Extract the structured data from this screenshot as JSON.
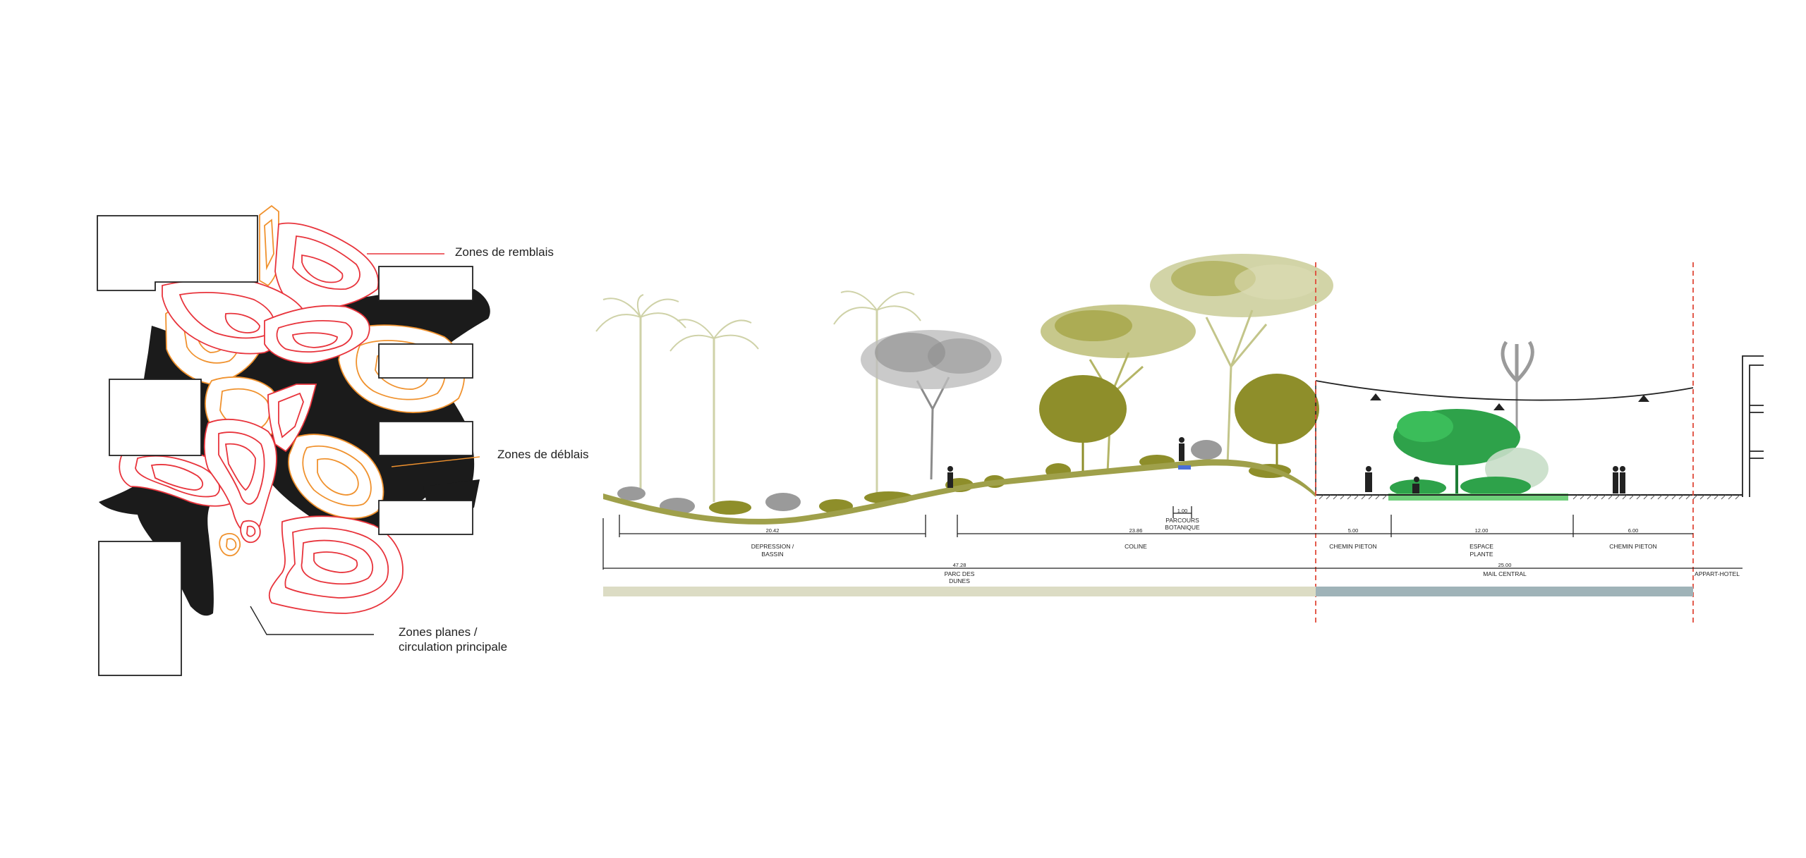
{
  "plan": {
    "label_remblais": "Zones de remblais",
    "label_deblais": "Zones de déblais",
    "label_planes_1": "Zones planes /",
    "label_planes_2": "circulation principale",
    "colors": {
      "remblais": "#e8343c",
      "deblais": "#f0922e",
      "circulation": "#1b1b1b",
      "buildings": "#222222"
    }
  },
  "section": {
    "dims": {
      "depression": "20.42",
      "parcours": "1.00",
      "coline": "23.86",
      "chemin1": "5.00",
      "espace": "12.00",
      "chemin2": "6.00",
      "parc": "47.28",
      "mail": "25.00"
    },
    "labels": {
      "depression_1": "DEPRESSION /",
      "depression_2": "BASSIN",
      "parcours_1": "PARCOURS",
      "parcours_2": "BOTANIQUE",
      "coline": "COLINE",
      "chemin1": "CHEMIN PIETON",
      "espace_1": "ESPACE",
      "espace_2": "PLANTE",
      "chemin2": "CHEMIN PIETON",
      "parc_1": "PARC DES",
      "parc_2": "DUNES",
      "mail": "MAIL CENTRAL",
      "appart": "APPART-HOTEL"
    },
    "colors": {
      "parc_band": "#dcdcc4",
      "mail_band": "#9fb3b8",
      "olive": "#9a9a2e",
      "palm_light": "#d6d8b4",
      "grey_tree": "#8c8c8c",
      "green_tree": "#2ea24a",
      "dashed_line": "#e04a3a"
    }
  }
}
